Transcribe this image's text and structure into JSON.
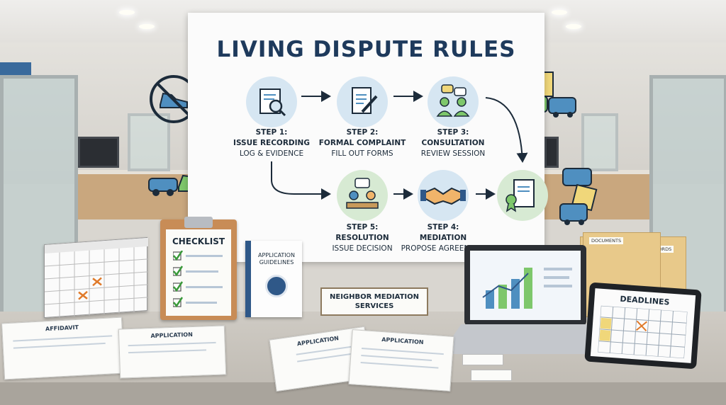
{
  "poster": {
    "title": "LIVING DISPUTE RULES",
    "steps": [
      {
        "title": "STEP 1:",
        "subtitle": "ISSUE RECORDING",
        "detail": "LOG & EVIDENCE",
        "icon": "document-magnifier-icon"
      },
      {
        "title": "STEP 2:",
        "subtitle": "FORMAL COMPLAINT",
        "detail": "FILL OUT FORMS",
        "icon": "form-pen-icon"
      },
      {
        "title": "STEP 3:",
        "subtitle": "CONSULTATION",
        "detail": "REVIEW SESSION",
        "icon": "people-talking-icon"
      },
      {
        "title": "STEP 4:",
        "subtitle": "MEDIATION",
        "detail": "PROPOSE AGREEMENT",
        "icon": "handshake-icon"
      },
      {
        "title": "STEP 5:",
        "subtitle": "RESOLUTION",
        "detail": "ISSUE DECISION",
        "icon": "meeting-icon"
      }
    ],
    "final_icon": "certificate-icon"
  },
  "desk": {
    "checklist_title": "CHECKLIST",
    "booklet_title": "APPLICATION GUIDELINES",
    "nameplate_line1": "NEIGHBOR MEDIATION",
    "nameplate_line2": "SERVICES",
    "tablet_title": "DEADLINES",
    "folder_label_1": "DOCUMENTS",
    "folder_label_2": "CASE RECORDS",
    "paper_stack_label": "AFFIDAVIT",
    "paper_1_title": "APPLICATION",
    "paper_2_title": "APPLICATION",
    "paper_3_title": "APPLICATION"
  },
  "colors": {
    "title": "#1e3a5c",
    "icon_blue": "#d6e6f2",
    "icon_green": "#d7ead3",
    "arrow": "#1c2b3a",
    "check": "#3a9a3a"
  }
}
